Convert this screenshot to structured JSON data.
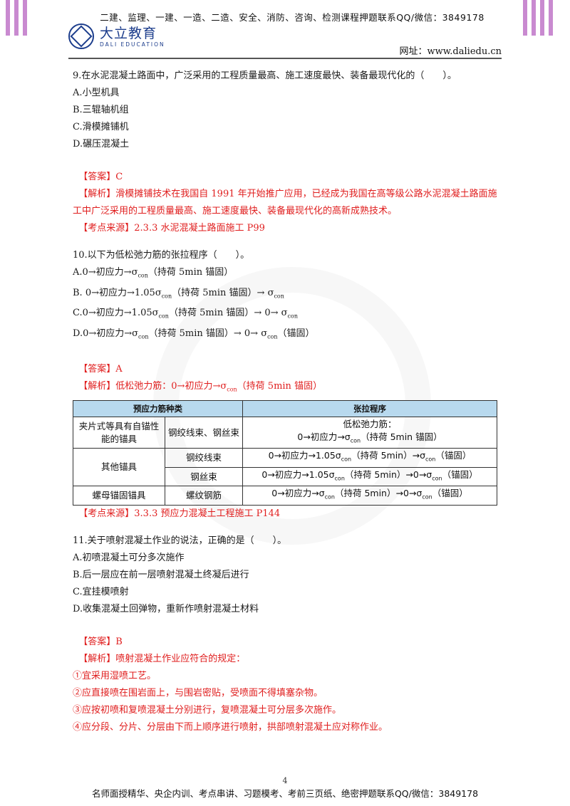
{
  "header": {
    "line": "二建、监理、一建、一造、二造、安全、消防、咨询、检测课程押题联系QQ/微信：3849178",
    "logo_cn": "大立教育",
    "logo_en": "DALI EDUCATION",
    "website": "网址：www.daliedu.cn"
  },
  "q9": {
    "stem": "9.在水泥混凝土路面中，广泛采用的工程质量最高、施工速度最快、装备最现代化的（　　）。",
    "options": [
      "A.小型机具",
      "B.三辊轴机组",
      "C.滑模摊铺机",
      "D.碾压混凝土"
    ],
    "answer_tag": "【答案】",
    "answer": "C",
    "analysis_tag": "【解析】",
    "analysis": "滑模摊铺技术在我国自 1991 年开始推广应用，已经成为我国在高等级公路水泥混凝土路面施工中广泛采用的工程质量最高、施工速度最快、装备最现代化的高新成熟技术。",
    "source_tag": "【考点来源】",
    "source": "2.3.3 水泥混凝土路面施工 P99"
  },
  "q10": {
    "stem": "10.以下为低松弛力筋的张拉程序（　　）。",
    "options": [
      {
        "pre": "A.0→初应力→σ",
        "sub": "con",
        "post": "（持荷 5min 锚固）"
      },
      {
        "pre": "B. 0→初应力→1.05σ",
        "sub": "con",
        "post": "（持荷 5min 锚固）→ σ",
        "sub2": "con",
        "post2": ""
      },
      {
        "pre": "C.0→初应力→1.05σ",
        "sub": "con",
        "post": "（持荷 5min 锚固）→ 0→ σ",
        "sub2": "con",
        "post2": ""
      },
      {
        "pre": "D.0→初应力→σ",
        "sub": "con",
        "post": "（持荷 5min 锚固）→ 0→ σ",
        "sub2": "con",
        "post2": "（锚固）"
      }
    ],
    "answer_tag": "【答案】",
    "answer": "A",
    "analysis_tag": "【解析】",
    "analysis_pre": "低松弛力筋：0→初应力→σ",
    "analysis_sub": "con",
    "analysis_post": "（持荷 5min 锚固）",
    "table": {
      "header_left": "预应力筋种类",
      "header_right": "张拉程序",
      "r1_c1": "夹片式等具有自锚性能的锚具",
      "r1_c2": "钢绞线束、钢丝束",
      "r1_c3a": "低松弛力筋：",
      "r1_c3b": "0→初应力→σ",
      "r1_c3b_sub": "con",
      "r1_c3b_post": "（持荷 5min 锚固）",
      "r2_c1": "其他锚具",
      "r2_c2": "钢绞线束",
      "r2_c3_pre": "0→初应力→1.05σ",
      "r2_c3_sub": "con",
      "r2_c3_mid": "（持荷 5min）→σ",
      "r2_c3_sub2": "con",
      "r2_c3_post": "（锚固）",
      "r3_c2": "钢丝束",
      "r3_c3_pre": "0→初应力→1.05σ",
      "r3_c3_sub": "con",
      "r3_c3_mid": "（持荷 5min）→0→σ",
      "r3_c3_sub2": "con",
      "r3_c3_post": "（锚固）",
      "r4_c1": "螺母锚固锚具",
      "r4_c2": "螺纹钢筋",
      "r4_c3_pre": "0→初应力→σ",
      "r4_c3_sub": "con",
      "r4_c3_mid": "（持荷 5min）→0→σ",
      "r4_c3_sub2": "con",
      "r4_c3_post": "（锚固）"
    },
    "source_tag": "【考点来源】",
    "source": "3.3.3 预应力混凝土工程施工 P144"
  },
  "q11": {
    "stem": "11.关于喷射混凝土作业的说法，正确的是（　　）。",
    "options": [
      "A.初喷混凝土可分多次施作",
      "B.后一层应在前一层喷射混凝土终凝后进行",
      "C.宜挂模喷射",
      "D.收集混凝土回弹物，重新作喷射混凝土材料"
    ],
    "answer_tag": "【答案】",
    "answer": "B",
    "analysis_tag": "【解析】",
    "analysis": "喷射混凝土作业应符合的规定：",
    "points": [
      "①宜采用湿喷工艺。",
      "②应直接喷在围岩面上，与围岩密贴，受喷面不得填塞杂物。",
      "③应按初喷和复喷混凝土分别进行，复喷混凝土可分层多次施作。",
      "④应分段、分片、分层由下而上顺序进行喷射，拱部喷射混凝土应对称作业。"
    ]
  },
  "footer": {
    "page": "4",
    "line": "名师面授精华、央企内训、考点串讲、习题模考、考前三页纸、绝密押题联系QQ/微信：3849178"
  },
  "colors": {
    "accent_red": "#e01e1e",
    "brand_blue": "#1c3d8c",
    "table_header": "#b8d9ee",
    "stripe": "#c98ad0"
  }
}
